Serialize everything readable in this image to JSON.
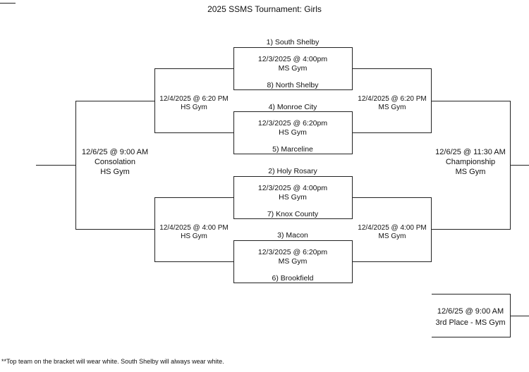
{
  "title": "2025 SSMS Tournament: Girls",
  "footnote": "**Top team on the bracket will wear white. South Shelby will always wear white.",
  "first_round": [
    {
      "top_team": "1) South Shelby",
      "date": "12/3/2025 @ 4:00pm",
      "venue": "MS Gym",
      "bottom_team": "8) North Shelby"
    },
    {
      "top_team": "4) Monroe City",
      "date": "12/3/2025 @ 6:20pm",
      "venue": "HS Gym",
      "bottom_team": "5) Marceline"
    },
    {
      "top_team": "2) Holy Rosary",
      "date": "12/3/2025 @ 4:00pm",
      "venue": "HS Gym",
      "bottom_team": "7) Knox County"
    },
    {
      "top_team": "3) Macon",
      "date": "12/3/2025 @ 6:20pm",
      "venue": "MS Gym",
      "bottom_team": "6) Brookfield"
    }
  ],
  "semis_left": [
    {
      "date": "12/4/2025 @ 6:20 PM",
      "venue": "HS Gym"
    },
    {
      "date": "12/4/2025 @ 4:00 PM",
      "venue": "HS Gym"
    }
  ],
  "semis_right": [
    {
      "date": "12/4/2025 @ 6:20 PM",
      "venue": "MS Gym"
    },
    {
      "date": "12/4/2025 @ 4:00 PM",
      "venue": "MS Gym"
    }
  ],
  "consolation": {
    "date": "12/6/25 @ 9:00 AM",
    "label": "Consolation",
    "venue": "HS Gym"
  },
  "championship": {
    "date": "12/6/25 @ 11:30 AM",
    "label": "Championship",
    "venue": "MS Gym"
  },
  "third_place": {
    "date": "12/6/25 @ 9:00 AM",
    "label": "3rd Place - MS Gym"
  }
}
